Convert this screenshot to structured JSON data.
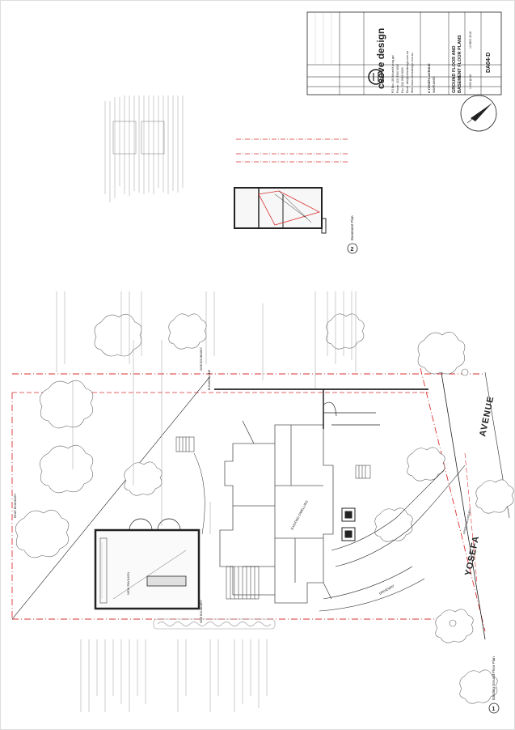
{
  "title_block": {
    "company": "ceeve design",
    "address_line": "PO Box 180 Mount Kuring-gai",
    "phone": "Phone: (02) 9000 0000",
    "fax": "Fax: (02) 9000 0000",
    "email": "Email: info@ceevedesign.com.au",
    "web": "Web: www.ceevedesign.com.au",
    "project_address_1": "6 YOSEFA AVENUE",
    "project_address_2": "WARRAWEE",
    "drawing_title_1": "GROUND FLOOR AND",
    "drawing_title_2": "BASEMENT FLOOR PLANS",
    "drawing_number": "DA04-D",
    "scale": "1:200 @ A3",
    "date": "12 DEC 2018"
  },
  "plans": [
    {
      "number": "1",
      "title": "Existing Ground Floor Plan"
    },
    {
      "number": "2",
      "title": "Basement Plan"
    }
  ],
  "street": {
    "word_1": "YOSEFA",
    "word_2": "AVENUE"
  },
  "annotations": {
    "rear_boundary": "REAR BOUNDARY",
    "side_boundary_1": "SIDE BOUNDARY",
    "side_boundary_2": "SIDE BOUNDARY",
    "front_boundary": "FRONT BOUNDARY",
    "building_line": "BUILDING LINE",
    "existing_dwelling": "EXISTING DWELLING",
    "new_pavilion": "NEW PAVILION",
    "driveway": "DRIVEWAY"
  },
  "colors": {
    "line": "#222222",
    "boundary": "#d93030",
    "light": "#9a9a9a"
  }
}
